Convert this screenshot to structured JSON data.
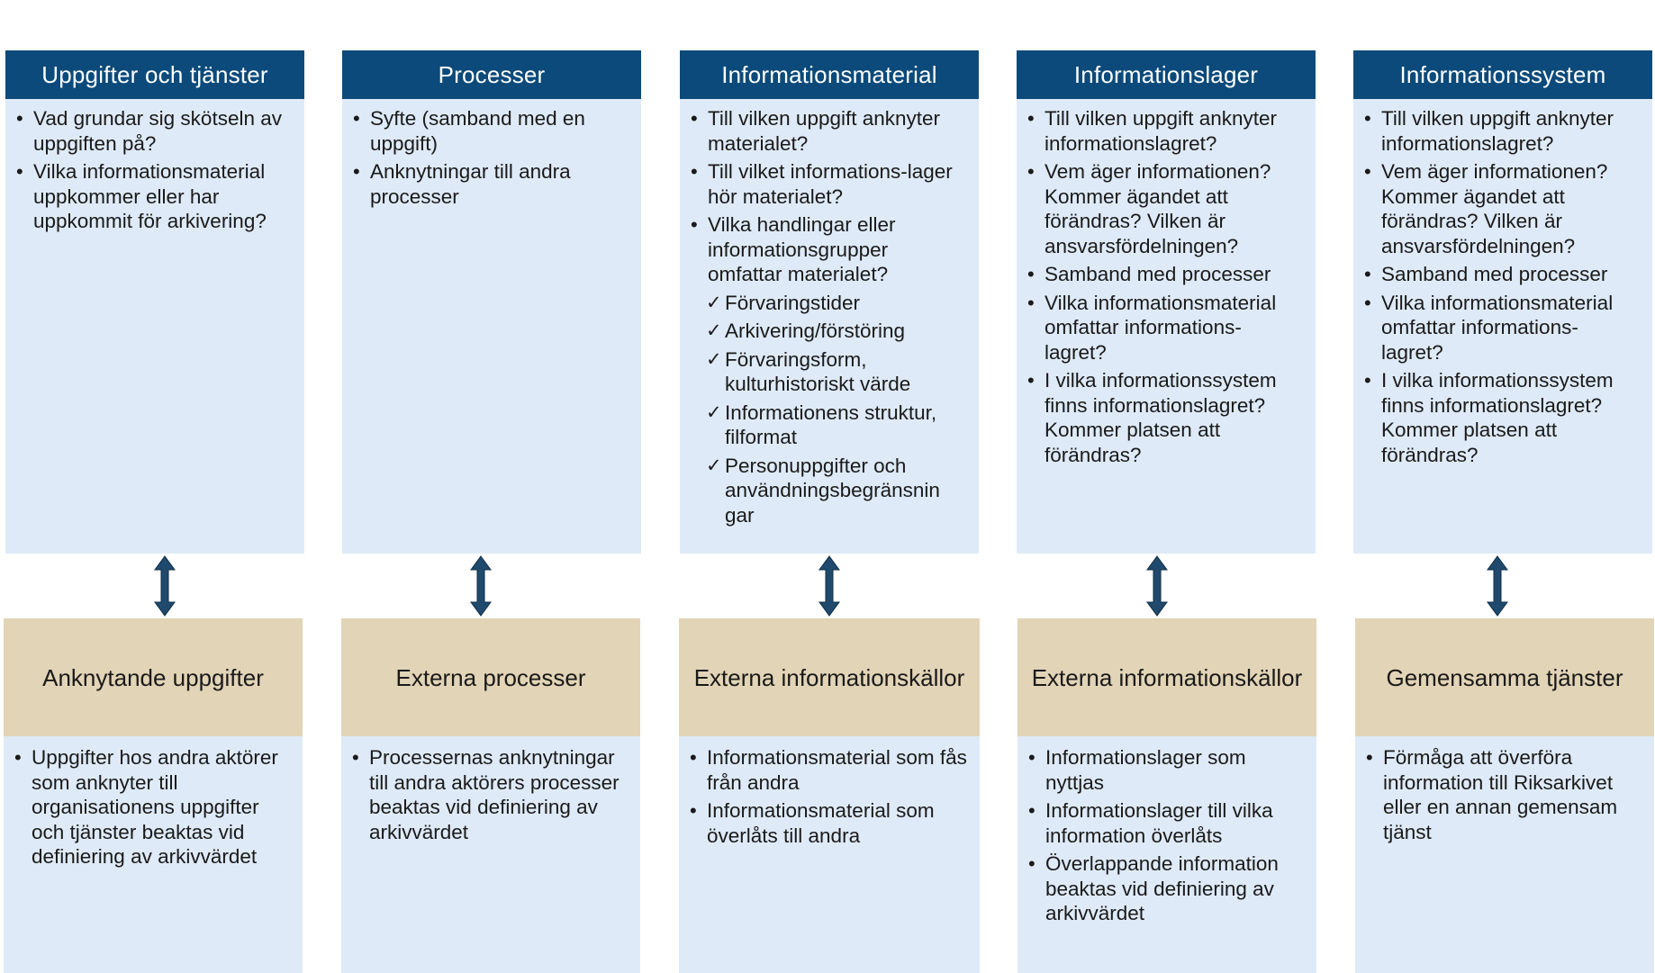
{
  "colors": {
    "header_dark_blue": "#0b4a7a",
    "panel_light_blue": "#deeaf7",
    "panel_beige": "#e2d4b6",
    "arrow": "#1f4a6e"
  },
  "columns": [
    {
      "top": {
        "title": "Uppgifter och tjänster",
        "bullets": [
          {
            "text": "Vad grundar sig skötseln av uppgiften på?"
          },
          {
            "text": "Vilka informationsmaterial uppkommer eller har uppkommit för arkivering?"
          }
        ]
      },
      "bottom": {
        "title": "Anknytande uppgifter",
        "bullets": [
          {
            "text": "Uppgifter hos andra aktörer som anknyter till organisationens uppgifter och tjänster beaktas vid definiering av arkivvärdet"
          }
        ]
      }
    },
    {
      "top": {
        "title": "Processer",
        "bullets": [
          {
            "text": "Syfte (samband med en uppgift)"
          },
          {
            "text": "Anknytningar till andra processer"
          }
        ]
      },
      "bottom": {
        "title": "Externa processer",
        "bullets": [
          {
            "text": "Processernas anknytningar till andra aktörers processer beaktas vid definiering av arkivvärdet"
          }
        ]
      }
    },
    {
      "top": {
        "title": "Informationsmaterial",
        "bullets": [
          {
            "text": "Till vilken uppgift anknyter materialet?"
          },
          {
            "text": "Till vilket informations-lager hör materialet?"
          },
          {
            "text": "Vilka handlingar eller informationsgrupper omfattar materialet?"
          }
        ],
        "checks": [
          {
            "text": "Förvaringstider"
          },
          {
            "text": "Arkivering/förstöring"
          },
          {
            "text": "Förvaringsform, kulturhistoriskt värde"
          },
          {
            "text": "Informationens struktur, filformat"
          },
          {
            "text": "Personuppgifter och användningsbegränsnin gar"
          }
        ]
      },
      "bottom": {
        "title": "Externa informationskällor",
        "bullets": [
          {
            "text": "Informationsmaterial som fås från andra"
          },
          {
            "text": "Informationsmaterial som överlåts till andra"
          }
        ]
      }
    },
    {
      "top": {
        "title": "Informationslager",
        "bullets": [
          {
            "text": "Till vilken uppgift anknyter informationslagret?"
          },
          {
            "text": "Vem äger informationen? Kommer ägandet att förändras? Vilken är ansvarsfördelningen?"
          },
          {
            "text": "Samband med processer"
          },
          {
            "text": "Vilka informationsmaterial omfattar informations-lagret?"
          },
          {
            "text": "I vilka informationssystem finns informationslagret? Kommer platsen att förändras?"
          }
        ]
      },
      "bottom": {
        "title": "Externa informationskällor",
        "bullets": [
          {
            "text": "Informationslager som nyttjas"
          },
          {
            "text": "Informationslager till vilka information överlåts"
          },
          {
            "text": "Överlappande information beaktas vid definiering av arkivvärdet"
          }
        ]
      }
    },
    {
      "top": {
        "title": "Informationssystem",
        "bullets": [
          {
            "text": "Till vilken uppgift anknyter informationslagret?"
          },
          {
            "text": "Vem äger informationen? Kommer ägandet att förändras? Vilken är ansvarsfördelningen?"
          },
          {
            "text": "Samband med processer"
          },
          {
            "text": "Vilka informationsmaterial omfattar informations-lagret?"
          },
          {
            "text": "I vilka informationssystem finns informationslagret? Kommer platsen att förändras?"
          }
        ]
      },
      "bottom": {
        "title": "Gemensamma tjänster",
        "bullets": [
          {
            "text": "Förmåga att överföra information till Riksarkivet eller en annan gemensam tjänst"
          }
        ]
      }
    }
  ]
}
